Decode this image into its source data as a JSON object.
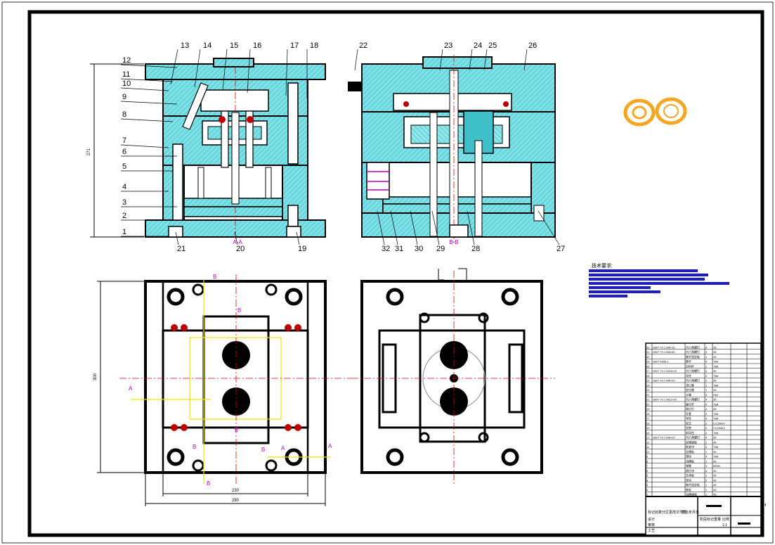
{
  "colors": {
    "hatch": "#4fd3dc",
    "centerline": "#e00000",
    "marker": "#c000c0",
    "yellow": "#f0e000",
    "bom_bar": "#1c1cc8",
    "part": "#f5a623"
  },
  "callouts": {
    "left": [
      "1",
      "2",
      "3",
      "4",
      "5",
      "6",
      "7",
      "8",
      "9",
      "10",
      "11",
      "12"
    ],
    "top_left": [
      "13",
      "14",
      "15",
      "16",
      "17",
      "18"
    ],
    "top_right": [
      "22",
      "23",
      "24",
      "25",
      "26"
    ],
    "bottom_left": [
      "21",
      "20",
      "19"
    ],
    "bottom_right": [
      "32",
      "31",
      "30",
      "29",
      "28",
      "27"
    ]
  },
  "sections": {
    "aa": "A-A",
    "bb": "B-B",
    "a": "A",
    "b": "B"
  },
  "dims": {
    "height_front": "271",
    "height_plan": "300",
    "width_inner": "230",
    "width_outer": "280"
  },
  "notes": {
    "title": "技术要求:"
  },
  "title_block": {
    "col_marks": [
      "标记",
      "处数",
      "分区",
      "更改文件号",
      "签名",
      "年月日"
    ],
    "row_marks": [
      "设计",
      "审核",
      "工艺"
    ],
    "right_marks": [
      "阶段标记",
      "重量",
      "比例"
    ],
    "scale": "1:1",
    "rev": "H"
  },
  "bom_rows": [
    {
      "n": "32",
      "code": "GB/T 70.1 M6×16",
      "name": "内六角螺钉",
      "qty": "4",
      "mat": "35",
      "note": ""
    },
    {
      "n": "31",
      "code": "GB/T 70.1 M6×50",
      "name": "内六角螺钉",
      "qty": "4",
      "mat": "35",
      "note": ""
    },
    {
      "n": "30",
      "code": "",
      "name": "推杆固定板",
      "qty": "1",
      "mat": "45",
      "note": ""
    },
    {
      "n": "29",
      "code": "GB/T 4169.1",
      "name": "推杆",
      "qty": "4",
      "mat": "T8A",
      "note": ""
    },
    {
      "n": "28",
      "code": "",
      "name": "拉料杆",
      "qty": "1",
      "mat": "T8A",
      "note": ""
    },
    {
      "n": "27",
      "code": "GB/T 70.1 M10×25",
      "name": "内六角螺钉",
      "qty": "4",
      "mat": "35",
      "note": ""
    },
    {
      "n": "26",
      "code": "",
      "name": "导柱",
      "qty": "4",
      "mat": "T8A",
      "note": ""
    },
    {
      "n": "25",
      "code": "GB/T 70.1 M6×20",
      "name": "内六角螺钉",
      "qty": "2",
      "mat": "35",
      "note": ""
    },
    {
      "n": "24",
      "code": "",
      "name": "浇口套",
      "qty": "1",
      "mat": "T8A",
      "note": ""
    },
    {
      "n": "23",
      "code": "",
      "name": "定位圈",
      "qty": "1",
      "mat": "45",
      "note": ""
    },
    {
      "n": "22",
      "code": "",
      "name": "水嘴",
      "qty": "4",
      "mat": "H62",
      "note": ""
    },
    {
      "n": "21",
      "code": "GB/T 70.1 M12×30",
      "name": "内六角螺钉",
      "qty": "4",
      "mat": "35",
      "note": ""
    },
    {
      "n": "20",
      "code": "",
      "name": "复位杆",
      "qty": "4",
      "mat": "T8A",
      "note": ""
    },
    {
      "n": "19",
      "code": "",
      "name": "限位钉",
      "qty": "4",
      "mat": "45",
      "note": ""
    },
    {
      "n": "18",
      "code": "",
      "name": "导套",
      "qty": "4",
      "mat": "T8A",
      "note": ""
    },
    {
      "n": "17",
      "code": "",
      "name": "导柱",
      "qty": "4",
      "mat": "T8A",
      "note": ""
    },
    {
      "n": "16",
      "code": "",
      "name": "型芯",
      "qty": "2",
      "mat": "Cr12MoV",
      "note": ""
    },
    {
      "n": "15",
      "code": "",
      "name": "型腔",
      "qty": "2",
      "mat": "Cr12MoV",
      "note": ""
    },
    {
      "n": "14",
      "code": "",
      "name": "斜导柱",
      "qty": "4",
      "mat": "T8A",
      "note": ""
    },
    {
      "n": "13",
      "code": "GB/T 70.1 M8×20",
      "name": "内六角螺钉",
      "qty": "4",
      "mat": "35",
      "note": ""
    },
    {
      "n": "12",
      "code": "",
      "name": "定模座板",
      "qty": "1",
      "mat": "45",
      "note": ""
    },
    {
      "n": "11",
      "code": "",
      "name": "楔紧块",
      "qty": "4",
      "mat": "T8A",
      "note": ""
    },
    {
      "n": "10",
      "code": "",
      "name": "定模板",
      "qty": "1",
      "mat": "45",
      "note": ""
    },
    {
      "n": "9",
      "code": "",
      "name": "滑块",
      "qty": "4",
      "mat": "T8A",
      "note": ""
    },
    {
      "n": "8",
      "code": "",
      "name": "动模板",
      "qty": "1",
      "mat": "45",
      "note": ""
    },
    {
      "n": "7",
      "code": "",
      "name": "弹簧",
      "qty": "4",
      "mat": "65Mn",
      "note": ""
    },
    {
      "n": "6",
      "code": "",
      "name": "限位块",
      "qty": "4",
      "mat": "45",
      "note": ""
    },
    {
      "n": "5",
      "code": "",
      "name": "支承板",
      "qty": "1",
      "mat": "45",
      "note": ""
    },
    {
      "n": "4",
      "code": "",
      "name": "垫块",
      "qty": "2",
      "mat": "45",
      "note": ""
    },
    {
      "n": "3",
      "code": "",
      "name": "推杆固定板",
      "qty": "1",
      "mat": "45",
      "note": ""
    },
    {
      "n": "2",
      "code": "",
      "name": "推板",
      "qty": "1",
      "mat": "45",
      "note": ""
    },
    {
      "n": "1",
      "code": "",
      "name": "动模座板",
      "qty": "1",
      "mat": "45",
      "note": ""
    }
  ]
}
